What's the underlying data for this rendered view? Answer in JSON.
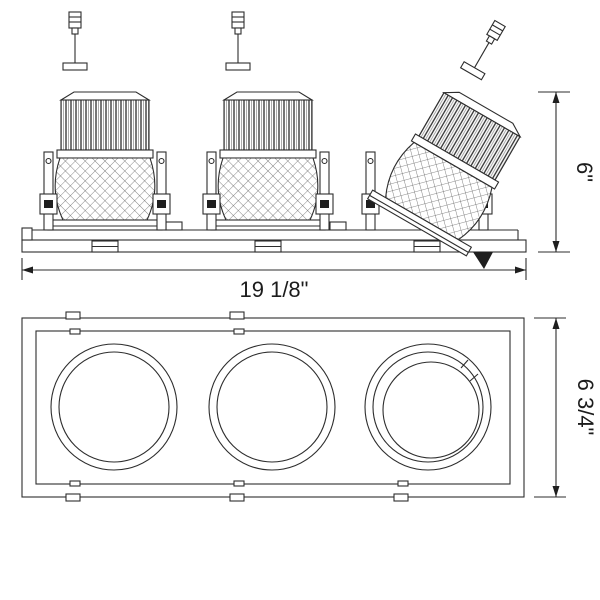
{
  "drawing": {
    "background_color": "#ffffff",
    "line_color": "#2d2d2d",
    "dimensions": {
      "fixture_height": "6\"",
      "fixture_width": "19 1/8\"",
      "fixture_face_height": "6 3/4\""
    }
  }
}
